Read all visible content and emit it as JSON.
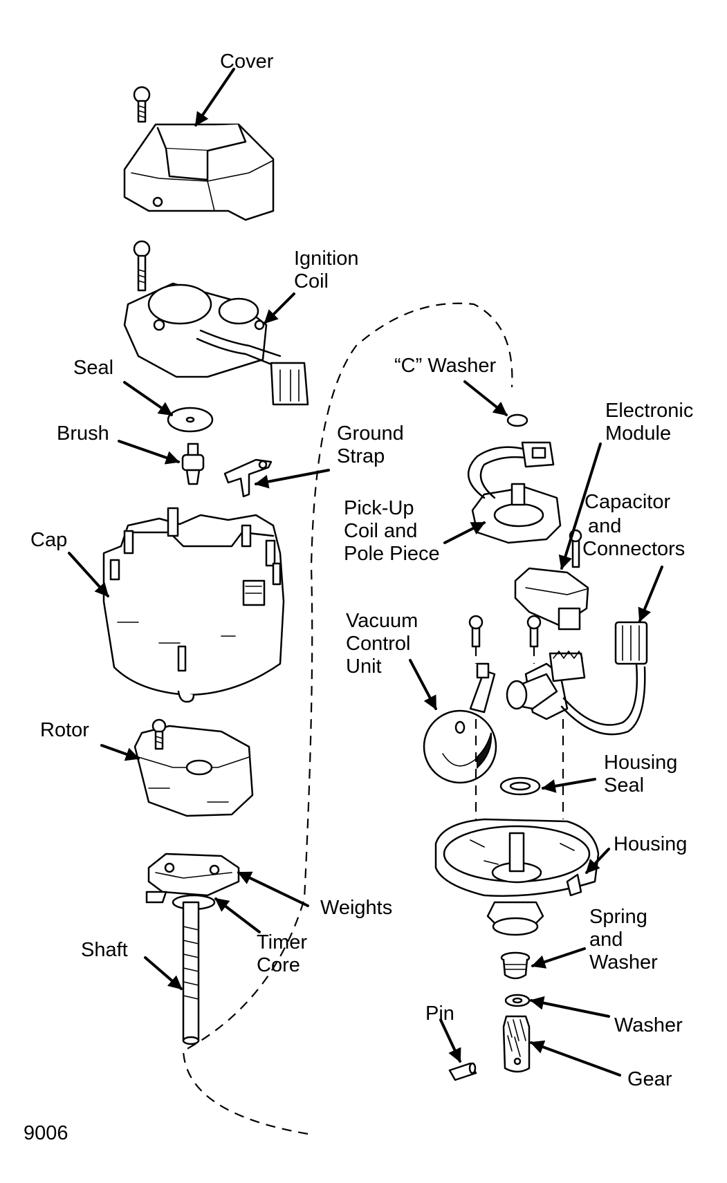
{
  "labels": {
    "cover": [
      "Cover"
    ],
    "ignition_coil": [
      "Ignition",
      "Coil"
    ],
    "seal": [
      "Seal"
    ],
    "brush": [
      "Brush"
    ],
    "ground_strap": [
      "Ground",
      "Strap"
    ],
    "cap": [
      "Cap"
    ],
    "rotor": [
      "Rotor"
    ],
    "weights": [
      "Weights"
    ],
    "timer_core": [
      "Timer",
      "Core"
    ],
    "shaft": [
      "Shaft"
    ],
    "c_washer": [
      "“C” Washer"
    ],
    "electronic_module": [
      "Electronic",
      "Module"
    ],
    "pickup_coil": [
      "Pick-Up",
      "Coil and",
      "Pole Piece"
    ],
    "capacitor": [
      "Capacitor",
      "and",
      "Connectors"
    ],
    "vacuum_control": [
      "Vacuum",
      "Control",
      "Unit"
    ],
    "housing_seal": [
      "Housing",
      "Seal"
    ],
    "housing": [
      "Housing"
    ],
    "spring_washer": [
      "Spring",
      "and",
      "Washer"
    ],
    "pin": [
      "Pin"
    ],
    "washer": [
      "Washer"
    ],
    "gear": [
      "Gear"
    ]
  },
  "figure_code": "9006"
}
